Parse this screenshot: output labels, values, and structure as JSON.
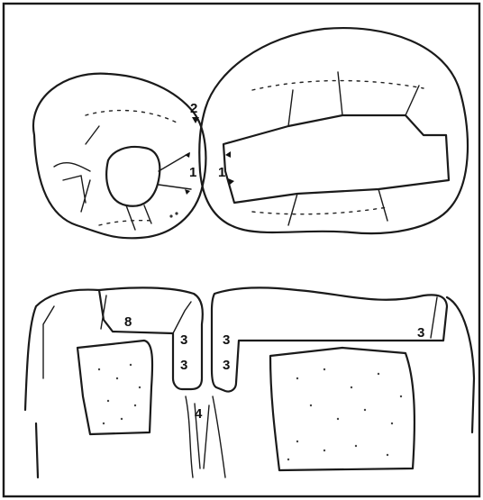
{
  "figure": {
    "labels": {
      "l2": "2",
      "l1a": "1",
      "l1b": "1",
      "l3_left_top": "3",
      "l3_left_mid": "3",
      "l3_mid_top": "3",
      "l3_mid_mid": "3",
      "l3_right": "3",
      "l4": "4",
      "l8": "8"
    },
    "stroke_color": "#1a1a1a",
    "background_color": "#ffffff"
  }
}
